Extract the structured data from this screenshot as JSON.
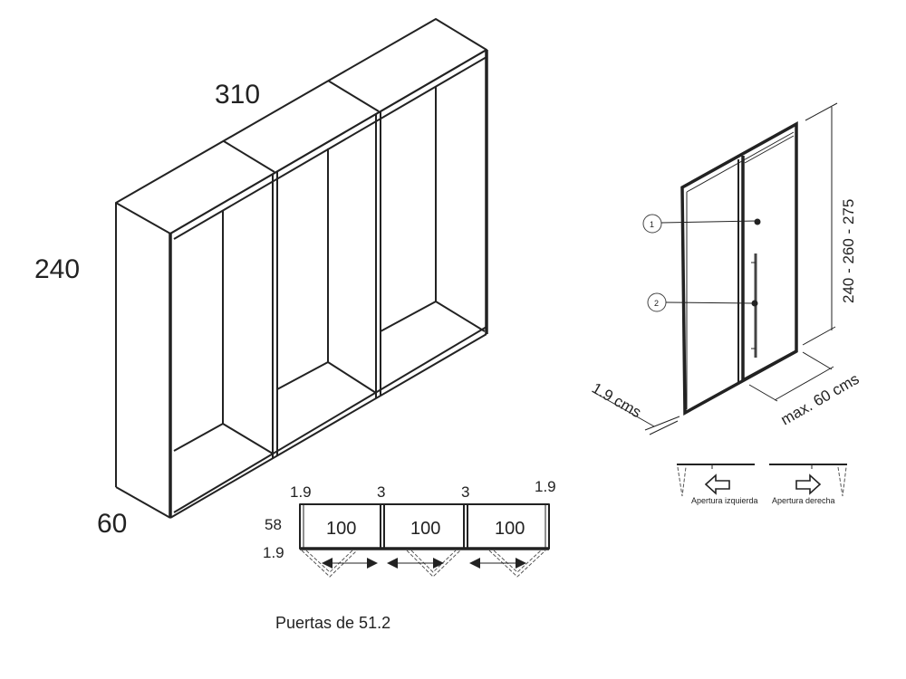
{
  "wardrobe": {
    "width_label": "310",
    "height_label": "240",
    "depth_label": "60",
    "modules": 3
  },
  "plan": {
    "top_labels": [
      "1.9",
      "3",
      "3",
      "1.9"
    ],
    "depth_label": "58",
    "door_thickness_label": "1.9",
    "module_widths": [
      "100",
      "100",
      "100"
    ],
    "caption": "Puertas de 51.2"
  },
  "door_detail": {
    "callouts": [
      "1",
      "2"
    ],
    "height_label": "240 - 260 - 275",
    "thickness_label": "1.9 cms",
    "width_label": "max. 60 cms"
  },
  "opening": {
    "left_label": "Apertura izquierda",
    "right_label": "Apertura derecha"
  },
  "colors": {
    "line": "#222222",
    "background": "#ffffff"
  }
}
